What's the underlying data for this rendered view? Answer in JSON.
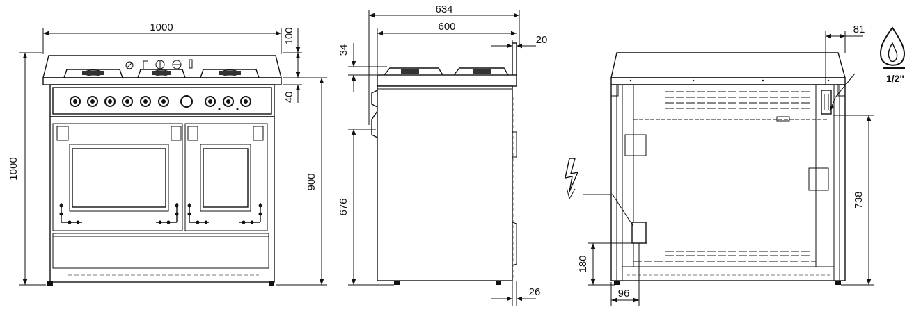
{
  "dimensions": {
    "front": {
      "total_width": "1000",
      "hob_height": "100",
      "panel_height": "40",
      "total_height": "1000",
      "cooking_height": "900"
    },
    "side": {
      "total_depth": "634",
      "body_depth": "600",
      "backguard": "20",
      "burner_height": "34",
      "plinth_height": "676",
      "foot_offset": "26"
    },
    "rear": {
      "gas_height": "738",
      "electric_height": "180",
      "electric_offset": "96",
      "gas_offset": "81",
      "gas_connection": "1/2\""
    }
  },
  "symbols": {
    "gas": "flame-icon",
    "electric": "lightning-icon"
  }
}
